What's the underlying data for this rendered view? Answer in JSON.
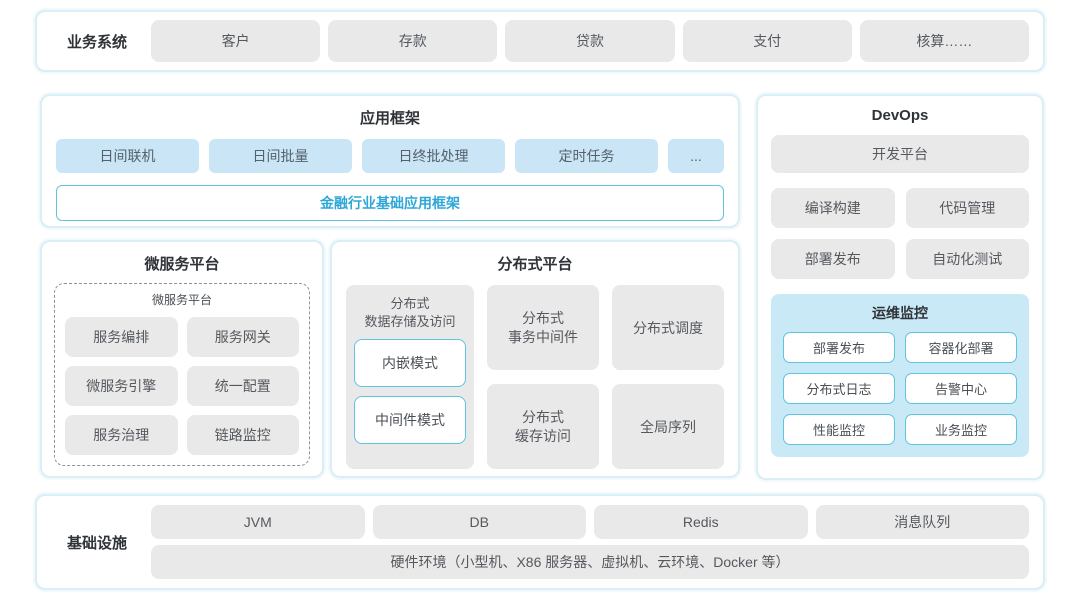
{
  "business_systems": {
    "label": "业务系统",
    "items": [
      "客户",
      "存款",
      "贷款",
      "支付",
      "核算……"
    ]
  },
  "app_framework": {
    "title": "应用框架",
    "modules": [
      "日间联机",
      "日间批量",
      "日终批处理",
      "定时任务",
      "..."
    ],
    "base_framework": "金融行业基础应用框架"
  },
  "microservice_platform": {
    "title": "微服务平台",
    "inner_label": "微服务平台",
    "items": [
      "服务编排",
      "服务网关",
      "微服务引擎",
      "统一配置",
      "服务治理",
      "链路监控"
    ]
  },
  "distributed_platform": {
    "title": "分布式平台",
    "storage_title": "分布式\n数据存储及访问",
    "storage_modes": [
      "内嵌模式",
      "中间件模式"
    ],
    "transaction": "分布式\n事务中间件",
    "cache": "分布式\n缓存访问",
    "scheduling": "分布式调度",
    "sequence": "全局序列"
  },
  "devops": {
    "title": "DevOps",
    "platform": "开发平台",
    "tools": [
      "编译构建",
      "代码管理",
      "部署发布",
      "自动化测试"
    ],
    "monitoring": {
      "title": "运维监控",
      "items": [
        "部署发布",
        "容器化部署",
        "分布式日志",
        "告警中心",
        "性能监控",
        "业务监控"
      ]
    }
  },
  "infrastructure": {
    "label": "基础设施",
    "items": [
      "JVM",
      "DB",
      "Redis",
      "消息队列"
    ],
    "hardware": "硬件环境（小型机、X86 服务器、虚拟机、云环境、Docker 等）"
  },
  "colors": {
    "panel_border": "#d9eef5",
    "box_gray": "#e9e9e9",
    "box_blue": "#c9e5f6",
    "monitor_bg": "#c9e9f7",
    "accent_border": "#5fc4de",
    "accent_text": "#2ea7d6"
  }
}
